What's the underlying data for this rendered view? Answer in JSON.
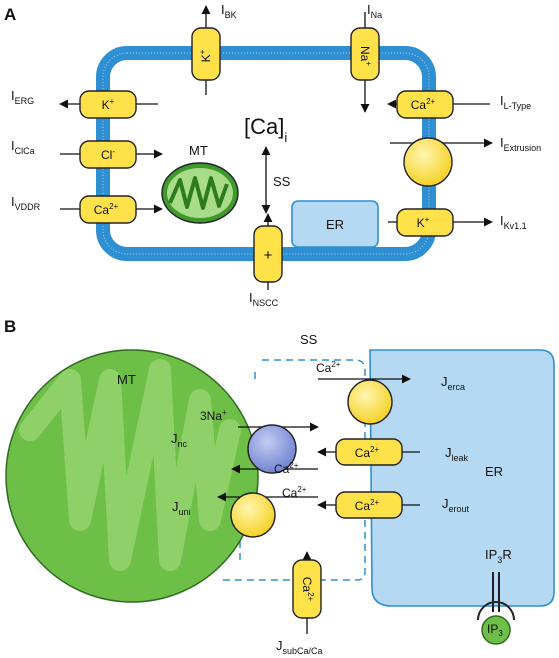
{
  "panel_a": {
    "letter": "A",
    "channels": {
      "bk": {
        "ion": "K",
        "sup": "+",
        "label": "I",
        "label_sub": "BK"
      },
      "na": {
        "ion": "Na",
        "sup": "+",
        "label": "I",
        "label_sub": "Na"
      },
      "erg": {
        "ion": "K",
        "sup": "+",
        "label": "I",
        "label_sub": "ERG"
      },
      "clca": {
        "ion": "Cl",
        "sup": "-",
        "label": "I",
        "label_sub": "ClCa"
      },
      "vddr": {
        "ion": "Ca",
        "sup": "2+",
        "label": "I",
        "label_sub": "VDDR"
      },
      "ltype": {
        "ion": "Ca",
        "sup": "2+",
        "label": "I",
        "label_sub": "L-Type"
      },
      "extrusion": {
        "label": "I",
        "label_sub": "Extrusion"
      },
      "kv": {
        "ion": "K",
        "sup": "+",
        "label": "I",
        "label_sub": "Kv1.1"
      },
      "nscc": {
        "ion": "+",
        "label": "I",
        "label_sub": "NSCC"
      }
    },
    "ca_i": {
      "text": "[Ca]",
      "sub": "i"
    },
    "ss": "SS",
    "mt": "MT",
    "er": "ER"
  },
  "panel_b": {
    "letter": "B",
    "mt": "MT",
    "ss": "SS",
    "er": "ER",
    "ip3r": {
      "text": "IP",
      "sub": "3",
      "tail": "R"
    },
    "ip3": {
      "text": "IP",
      "sub": "3"
    },
    "fluxes": {
      "erca": {
        "j": "J",
        "sub": "erca",
        "ion": "Ca",
        "sup": "2+"
      },
      "leak": {
        "j": "J",
        "sub": "leak",
        "ion": "Ca",
        "sup": "2+"
      },
      "erout": {
        "j": "J",
        "sub": "erout",
        "ion": "Ca",
        "sup": "2+"
      },
      "nc": {
        "j": "J",
        "sub": "nc",
        "na": "3Na",
        "na_sup": "+",
        "ion": "Ca",
        "sup": "2+"
      },
      "uni": {
        "j": "J",
        "sub": "uni",
        "ion": "Ca",
        "sup": "2+"
      },
      "subca": {
        "j": "J",
        "sub": "subCa/Ca",
        "ion": "Ca",
        "sup": "2+"
      }
    }
  },
  "colors": {
    "membrane": "#2f8fd3",
    "channel": "#ffe14a",
    "er_fill": "#b5d9f2",
    "mt_fill": "#6dbf47",
    "mt_light": "#93d26c",
    "nc_fill": "#8899dd"
  }
}
